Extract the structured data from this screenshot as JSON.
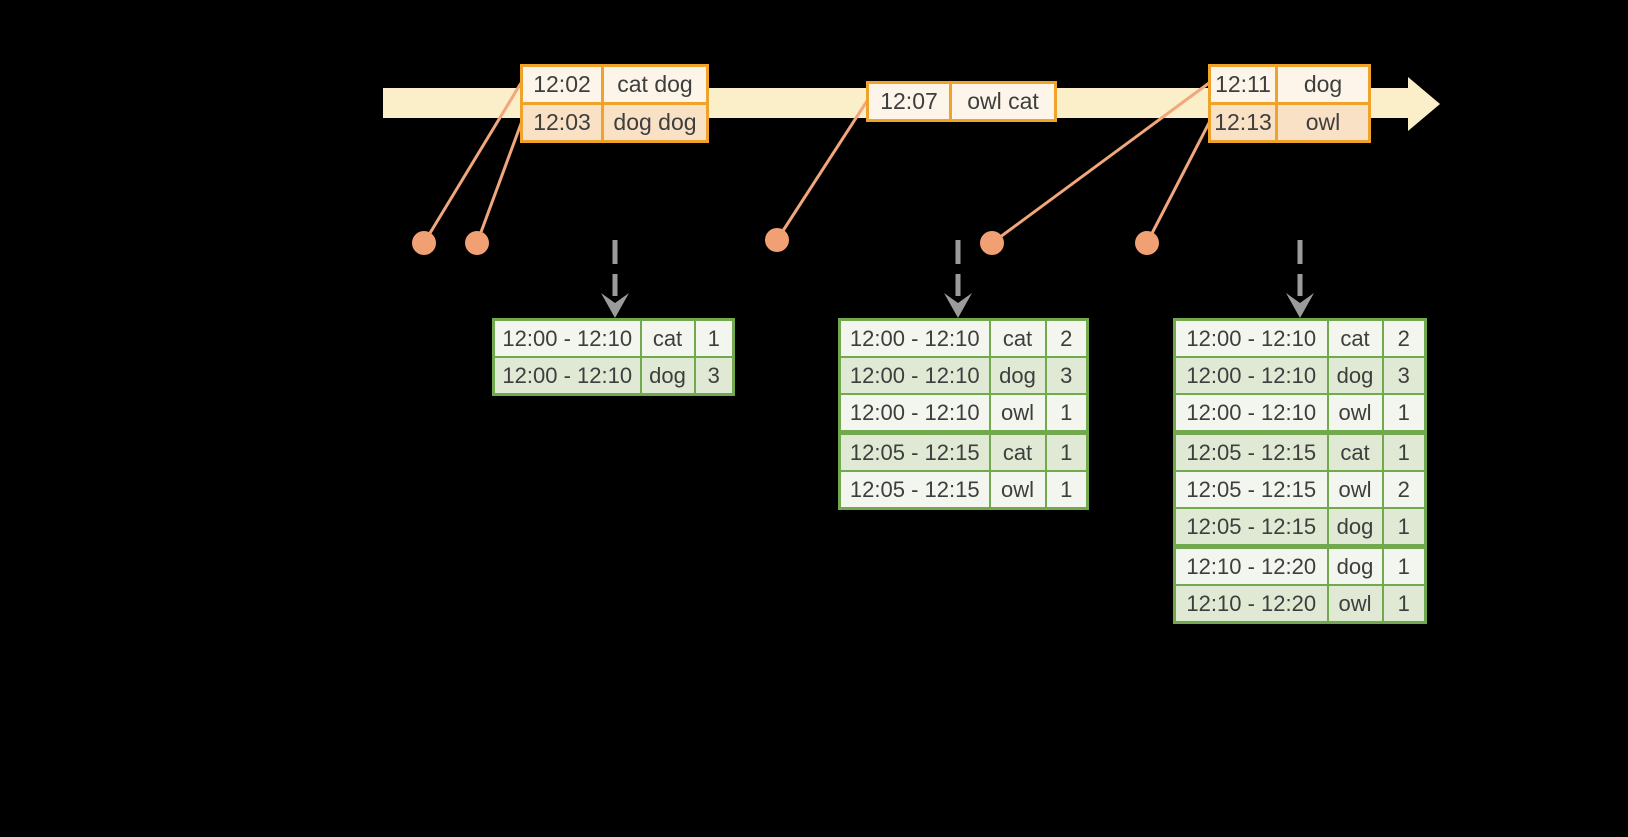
{
  "timeline": {
    "event_tables": [
      {
        "rows": [
          {
            "time": "12:02",
            "words": "cat dog"
          },
          {
            "time": "12:03",
            "words": "dog dog"
          }
        ]
      },
      {
        "rows": [
          {
            "time": "12:07",
            "words": "owl cat"
          }
        ]
      },
      {
        "rows": [
          {
            "time": "12:11",
            "words": "dog"
          },
          {
            "time": "12:13",
            "words": "owl"
          }
        ]
      }
    ]
  },
  "result_tables": [
    {
      "rows": [
        {
          "window": "12:00 - 12:10",
          "word": "cat",
          "count": "1"
        },
        {
          "window": "12:00 - 12:10",
          "word": "dog",
          "count": "3"
        }
      ]
    },
    {
      "rows": [
        {
          "window": "12:00 - 12:10",
          "word": "cat",
          "count": "2"
        },
        {
          "window": "12:00 - 12:10",
          "word": "dog",
          "count": "3"
        },
        {
          "window": "12:00 - 12:10",
          "word": "owl",
          "count": "1"
        },
        {
          "window": "12:05 - 12:15",
          "word": "cat",
          "count": "1"
        },
        {
          "window": "12:05 - 12:15",
          "word": "owl",
          "count": "1"
        }
      ]
    },
    {
      "rows": [
        {
          "window": "12:00 - 12:10",
          "word": "cat",
          "count": "2"
        },
        {
          "window": "12:00 - 12:10",
          "word": "dog",
          "count": "3"
        },
        {
          "window": "12:00 - 12:10",
          "word": "owl",
          "count": "1"
        },
        {
          "window": "12:05 - 12:15",
          "word": "cat",
          "count": "1"
        },
        {
          "window": "12:05 - 12:15",
          "word": "owl",
          "count": "2"
        },
        {
          "window": "12:05 - 12:15",
          "word": "dog",
          "count": "1"
        },
        {
          "window": "12:10 - 12:20",
          "word": "dog",
          "count": "1"
        },
        {
          "window": "12:10 - 12:20",
          "word": "owl",
          "count": "1"
        }
      ]
    },
    {
      "note": "tables grouped by window; thicker green rule between window groups"
    }
  ],
  "colors": {
    "background": "#000000",
    "timeline_band": "#FBEFC9",
    "event_border": "#F0A32A",
    "event_row_dark": "#F9E1C5",
    "event_row_light": "#FDF5E9",
    "connector": "#F1A67B",
    "result_border": "#72A94E",
    "result_row_dark": "#DFE9D4",
    "result_row_light": "#F2F6EE",
    "trigger_arrow": "#9B9B9B",
    "text": "#3E3E3E"
  }
}
